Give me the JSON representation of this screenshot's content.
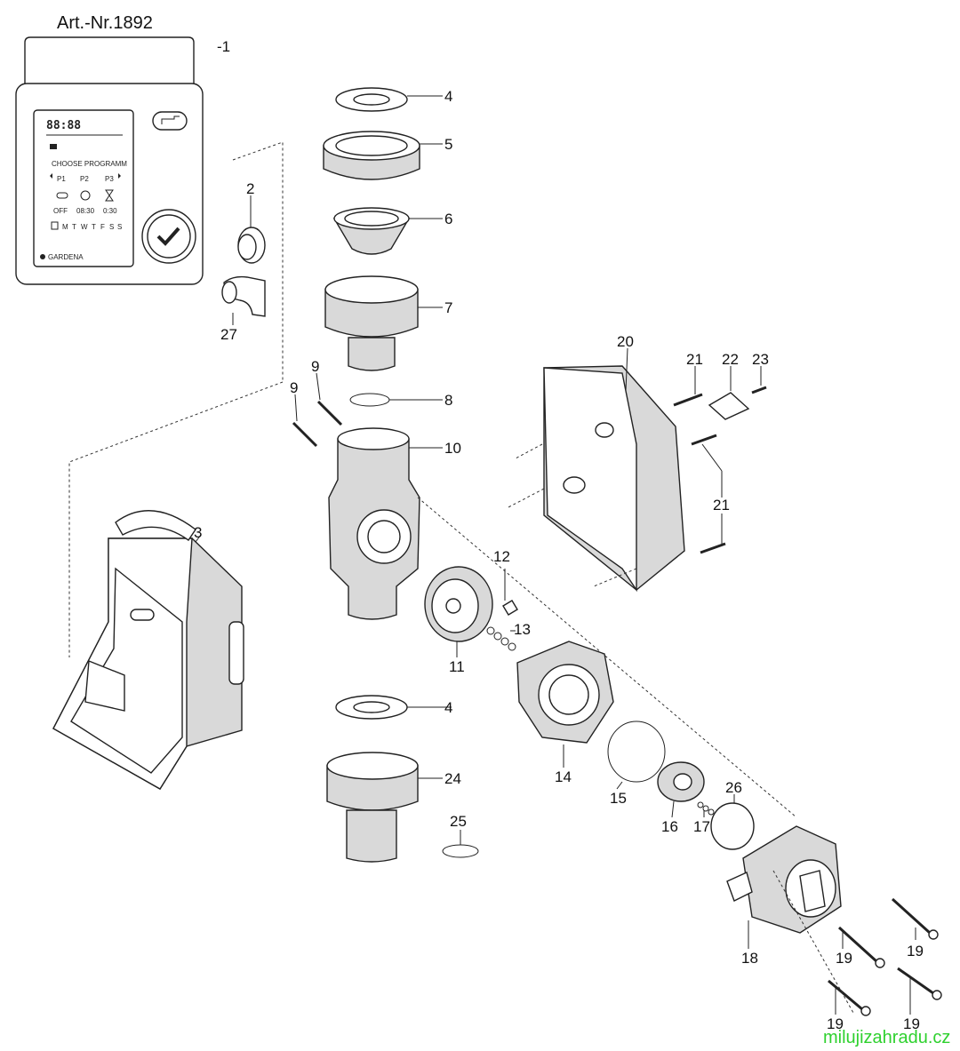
{
  "header": {
    "article_number": "Art.-Nr.1892"
  },
  "controller_display": {
    "time": "88:88",
    "menu_label": "CHOOSE PROGRAMM",
    "programs": [
      "P1",
      "P2",
      "P3"
    ],
    "off_label": "OFF",
    "start_time": "08:30",
    "duration": "0:30",
    "weekdays": [
      "M",
      "T",
      "W",
      "T",
      "F",
      "S",
      "S"
    ],
    "brand": "GARDENA"
  },
  "part_labels": {
    "p1": "-1",
    "p2": "2",
    "p3": "3",
    "p4a": "4",
    "p4b": "4",
    "p5": "5",
    "p6": "6",
    "p7": "7",
    "p8": "8",
    "p9a": "9",
    "p9b": "9",
    "p10": "10",
    "p11": "11",
    "p12": "12",
    "p13": "13",
    "p14": "14",
    "p15": "15",
    "p16": "16",
    "p17": "17",
    "p18": "18",
    "p19a": "19",
    "p19b": "19",
    "p19c": "19",
    "p19d": "19",
    "p20": "20",
    "p21a": "21",
    "p21b": "21",
    "p22": "22",
    "p23": "23",
    "p24": "24",
    "p25": "25",
    "p26": "26",
    "p27": "27"
  },
  "watermark": "milujizahradu.cz"
}
